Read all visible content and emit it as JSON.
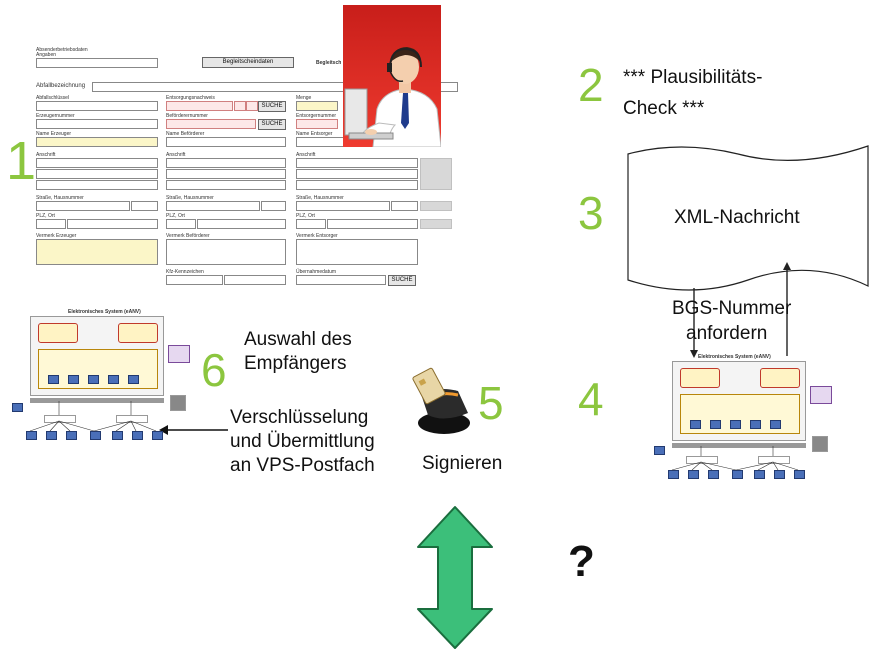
{
  "steps": {
    "n1": "1",
    "n2": "2",
    "n3": "3",
    "n4": "4",
    "n5": "5",
    "n6": "6"
  },
  "plausibility": {
    "line1": "*** Plausibilitäts-",
    "line2": "Check ***"
  },
  "xml_message": "XML-Nachricht",
  "bgs_request": {
    "line1": "BGS-Nummer",
    "line2": "anfordern"
  },
  "recipient_choice": {
    "line1": "Auswahl des",
    "line2": "Empfängers"
  },
  "encryption": {
    "line1": "Verschlüsselung",
    "line2": "und Übermittlung",
    "line3": "an VPS-Postfach"
  },
  "sign_label": "Signieren",
  "question_mark": "?",
  "form": {
    "header_button": "Begleitscheindaten",
    "header_right": "Begleitsch",
    "section_title": "Abfallbezeichnung",
    "check_button_1": "SUCHE",
    "check_button_2": "SUCHE",
    "search_button": "SUCHE"
  },
  "colors": {
    "step_number": "#8cc63f",
    "arrow_green": "#3cbf7a",
    "arrow_outline": "#1a6e3e",
    "photo_red": "#e63027",
    "network_border": "#c0392b"
  }
}
